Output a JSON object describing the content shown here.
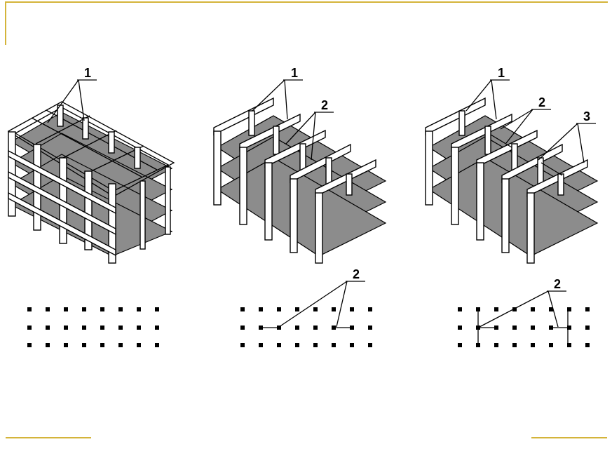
{
  "colors": {
    "accent": "#d4b43a",
    "slab": "#8c8c8c",
    "ink": "#000000"
  },
  "labels": {
    "one": "1",
    "two": "2",
    "three": "3"
  }
}
